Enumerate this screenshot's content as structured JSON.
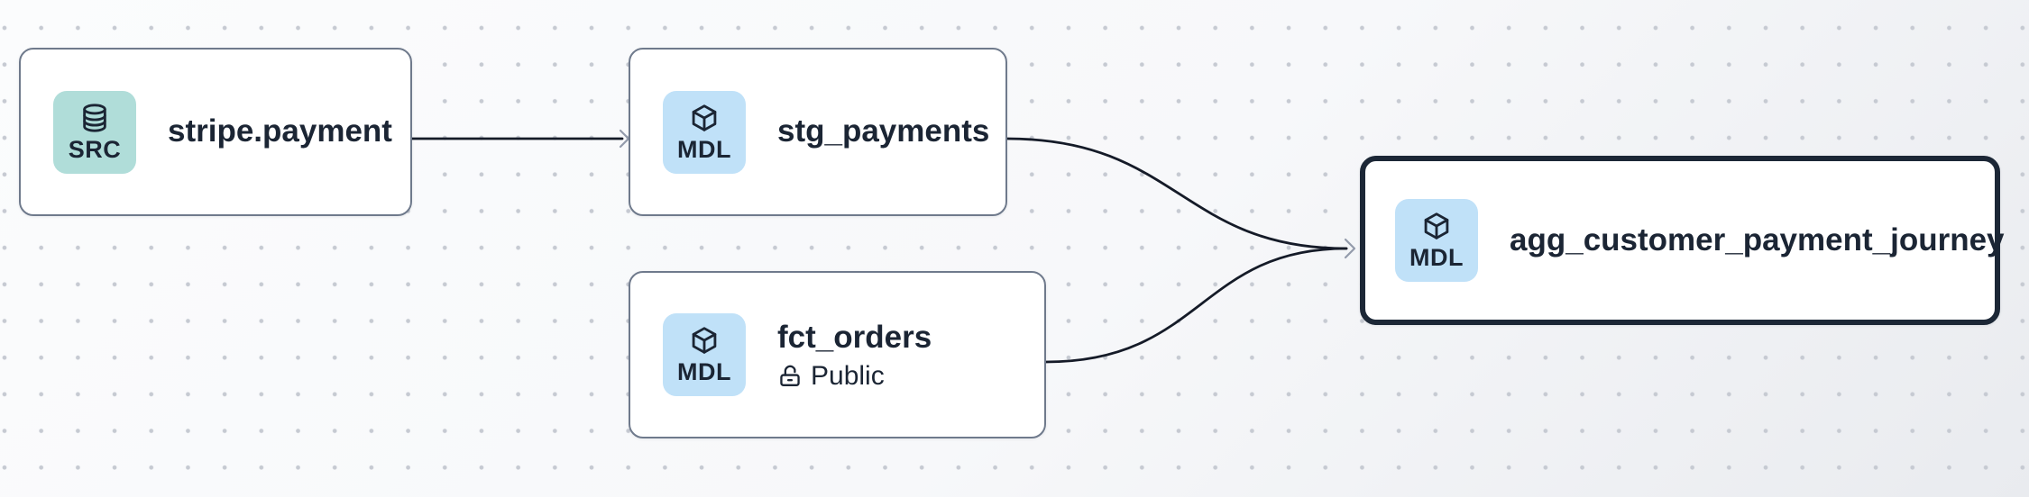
{
  "app": {
    "view": "data-lineage-graph"
  },
  "nodes": [
    {
      "id": "stripe.payment",
      "title": "stripe.payment",
      "badge_label": "SRC",
      "badge_icon": "database-icon",
      "kind": "source",
      "selected": false
    },
    {
      "id": "stg_payments",
      "title": "stg_payments",
      "badge_label": "MDL",
      "badge_icon": "cube-icon",
      "kind": "model",
      "selected": false
    },
    {
      "id": "fct_orders",
      "title": "fct_orders",
      "badge_label": "MDL",
      "badge_icon": "cube-icon",
      "kind": "model",
      "access": "Public",
      "access_icon": "lock-open-icon",
      "selected": false
    },
    {
      "id": "agg_customer_payment_journey",
      "title": "agg_customer_payment_journey",
      "badge_label": "MDL",
      "badge_icon": "cube-icon",
      "kind": "model",
      "selected": true
    }
  ],
  "edges": [
    {
      "from": "stripe.payment",
      "to": "stg_payments"
    },
    {
      "from": "stg_payments",
      "to": "agg_customer_payment_journey"
    },
    {
      "from": "fct_orders",
      "to": "agg_customer_payment_journey"
    }
  ],
  "colors": {
    "background": "#f8f9fb",
    "grid_dot": "#c6cad2",
    "node_bg": "#ffffff",
    "node_border": "#6f7a8c",
    "node_border_selected": "#1c2736",
    "text": "#1b2534",
    "badge_source_bg": "#b0ddd9",
    "badge_model_bg": "#c0e1f8",
    "edge": "#151b28",
    "arrowhead": "#939bab"
  }
}
